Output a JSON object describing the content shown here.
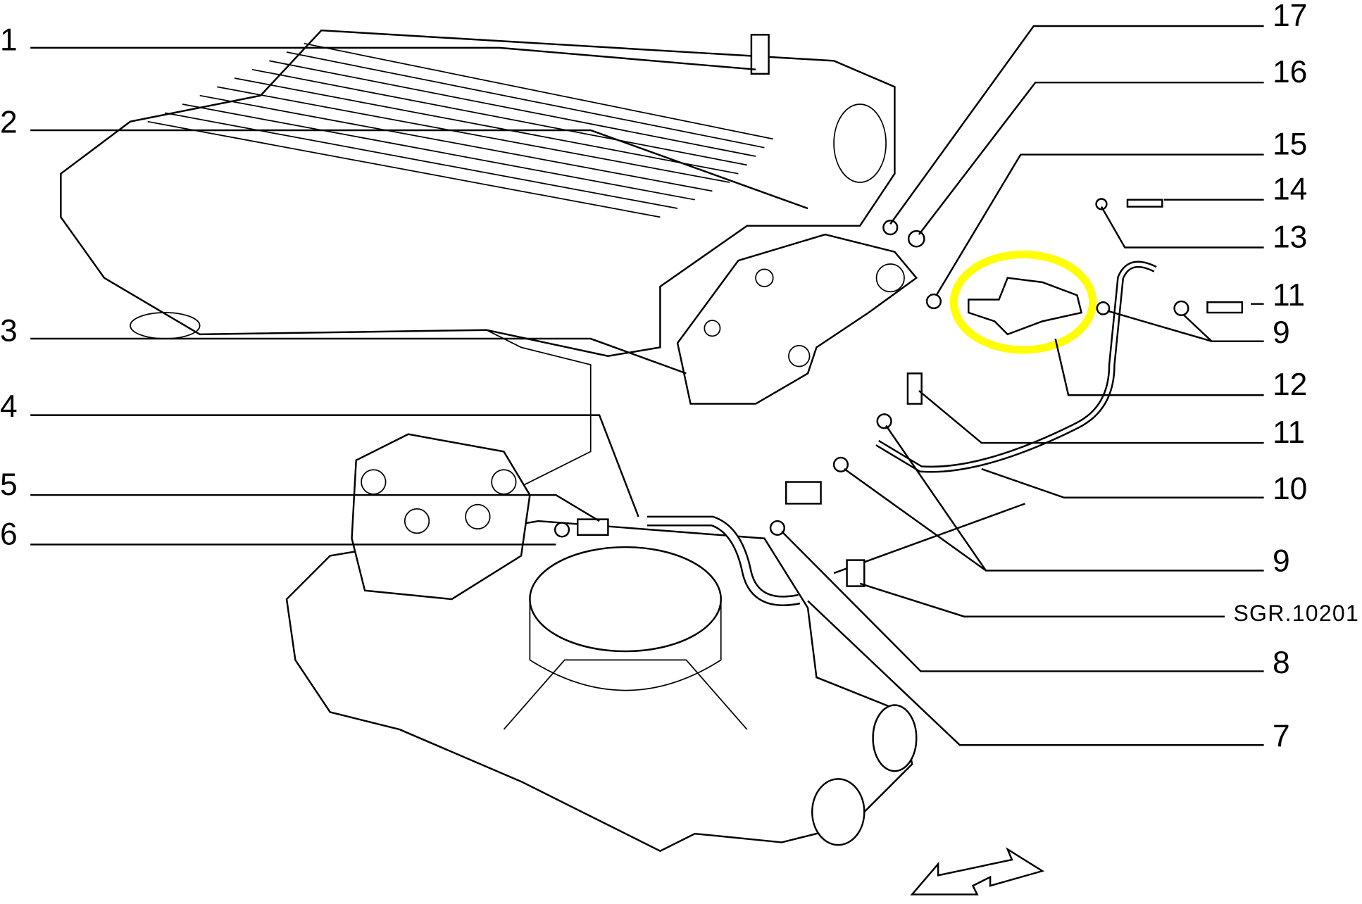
{
  "diagram": {
    "left_labels": [
      "1",
      "2",
      "3",
      "4",
      "5",
      "6"
    ],
    "right_labels": [
      "17",
      "16",
      "15",
      "14",
      "13",
      "11",
      "9",
      "12",
      "11",
      "10",
      "9",
      "8",
      "7"
    ],
    "drawing_code": "SGR.10201",
    "highlight_color": "#ffff00"
  }
}
